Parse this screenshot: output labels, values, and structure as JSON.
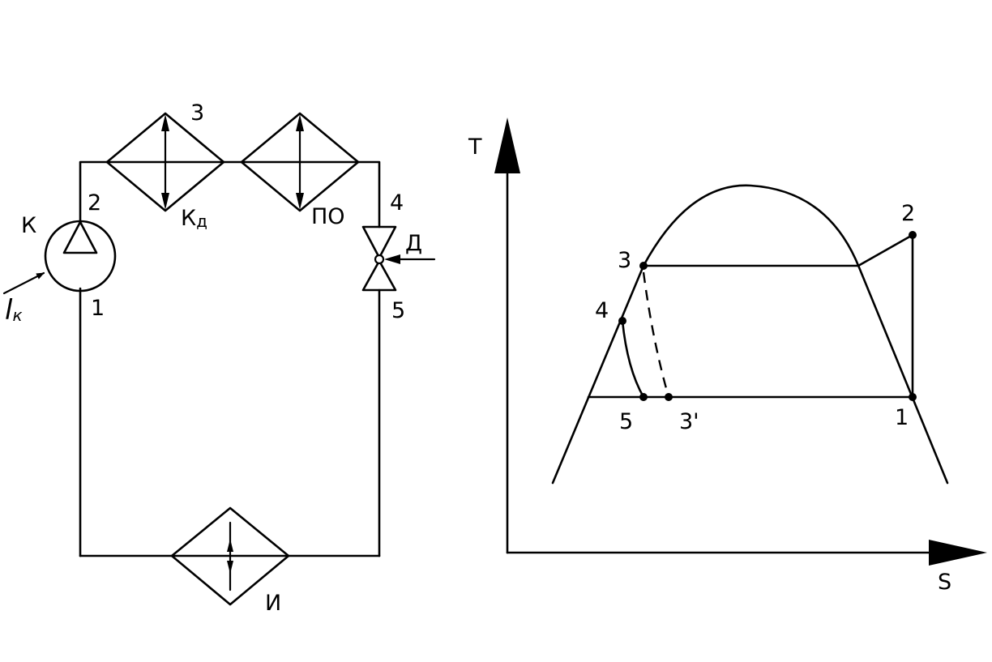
{
  "scheme": {
    "compressor": {
      "label": "К"
    },
    "compressor_work": {
      "symbol": "l",
      "subscript": "к"
    },
    "condenser": {
      "label": "К",
      "subscript": "д"
    },
    "subcooler": {
      "label": "ПО"
    },
    "throttle": {
      "label": "Д"
    },
    "evaporator": {
      "label": "И"
    },
    "points": [
      "1",
      "2",
      "3",
      "4",
      "5"
    ]
  },
  "ts_diagram": {
    "y_axis_label": "T",
    "x_axis_label": "S",
    "points": [
      "1",
      "2",
      "3",
      "3'",
      "4",
      "5"
    ]
  }
}
